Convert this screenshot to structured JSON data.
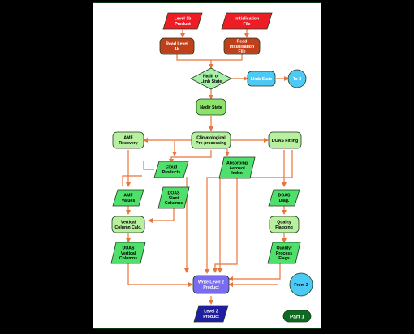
{
  "nodes": {
    "level1b_product": [
      "Level 1b",
      "Product"
    ],
    "init_file": [
      "Initialisation",
      "File"
    ],
    "read_level1b": [
      "Read Level",
      "1b"
    ],
    "read_init": [
      "Read",
      "Initialisation",
      "File"
    ],
    "nadir_or_limb": [
      "Nadir or",
      "Limb State"
    ],
    "limb_state": [
      "Limb State"
    ],
    "to_2": [
      "To 2"
    ],
    "nadir_state": [
      "Nadir State"
    ],
    "amf_recovery": [
      "AMF",
      "Recovery"
    ],
    "climatological": [
      "Climatological",
      "Pre-processing"
    ],
    "doas_fitting": [
      "DOAS Fitting"
    ],
    "cloud_products": [
      "Cloud",
      "Products"
    ],
    "absorbing_aerosol": [
      "Absorbing",
      "Aerosol",
      "Index"
    ],
    "amf_values": [
      "AMF",
      "Values"
    ],
    "doas_slant": [
      "DOAS",
      "Slant",
      "Columns"
    ],
    "doas_diag": [
      "DOAS",
      "Diag."
    ],
    "vertical_column_calc": [
      "Vertical",
      "Column Calc."
    ],
    "quality_flagging": [
      "Quality",
      "Flagging"
    ],
    "doas_vertical": [
      "DOAS",
      "Vertical",
      "Columns"
    ],
    "quality_flags": [
      "Quality/",
      "Process",
      "Flags"
    ],
    "write_level2": [
      "Write Level 2",
      "Product"
    ],
    "from_2": [
      "From 2"
    ],
    "level2_product": [
      "Level 2",
      "Product"
    ],
    "part1": [
      "Part 1"
    ]
  }
}
